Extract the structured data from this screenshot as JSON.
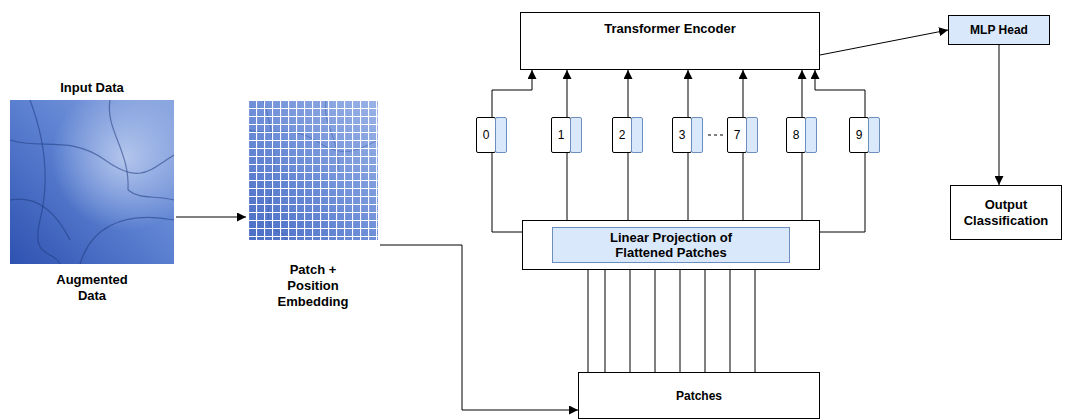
{
  "diagram": {
    "nodes": [
      {
        "text": [
          "Input Data",
          "Augmented Data"
        ]
      },
      {
        "text": [
          "Patch + Position Embedding"
        ]
      },
      {
        "text": [
          "Transformer Encoder"
        ]
      },
      {
        "text": [
          "MLP Head"
        ]
      },
      {
        "text": [
          "0"
        ]
      },
      {
        "text": [
          "1"
        ]
      },
      {
        "text": [
          "2"
        ]
      },
      {
        "text": [
          "3"
        ]
      },
      {
        "text": [
          "7"
        ]
      },
      {
        "text": [
          "8"
        ]
      },
      {
        "text": [
          "9"
        ]
      },
      {
        "text": [
          "Linear Projection of Flattened Patches"
        ]
      },
      {
        "text": [
          "Output Classification"
        ]
      },
      {
        "text": [
          "Patches"
        ]
      }
    ],
    "edges": [
      {
        "from": 0,
        "to": 1,
        "arrow": "to"
      },
      {
        "from": 1,
        "to": 13,
        "arrow": "to"
      },
      {
        "from": 2,
        "to": 3,
        "arrow": "to"
      },
      {
        "from": 3,
        "to": 12,
        "arrow": "to"
      },
      {
        "from": 11,
        "to": 4,
        "arrow": "none"
      },
      {
        "from": 11,
        "to": 5,
        "arrow": "none"
      },
      {
        "from": 11,
        "to": 6,
        "arrow": "none"
      },
      {
        "from": 11,
        "to": 7,
        "arrow": "none"
      },
      {
        "from": 11,
        "to": 8,
        "arrow": "none"
      },
      {
        "from": 11,
        "to": 9,
        "arrow": "none"
      },
      {
        "from": 11,
        "to": 10,
        "arrow": "none"
      },
      {
        "from": 4,
        "to": 2,
        "arrow": "to"
      },
      {
        "from": 5,
        "to": 2,
        "arrow": "to"
      },
      {
        "from": 6,
        "to": 2,
        "arrow": "to"
      },
      {
        "from": 7,
        "to": 2,
        "arrow": "to"
      },
      {
        "from": 8,
        "to": 2,
        "arrow": "to"
      },
      {
        "from": 9,
        "to": 2,
        "arrow": "to"
      },
      {
        "from": 10,
        "to": 2,
        "arrow": "to"
      },
      {
        "from": 13,
        "to": 11,
        "arrow": "none"
      }
    ]
  }
}
